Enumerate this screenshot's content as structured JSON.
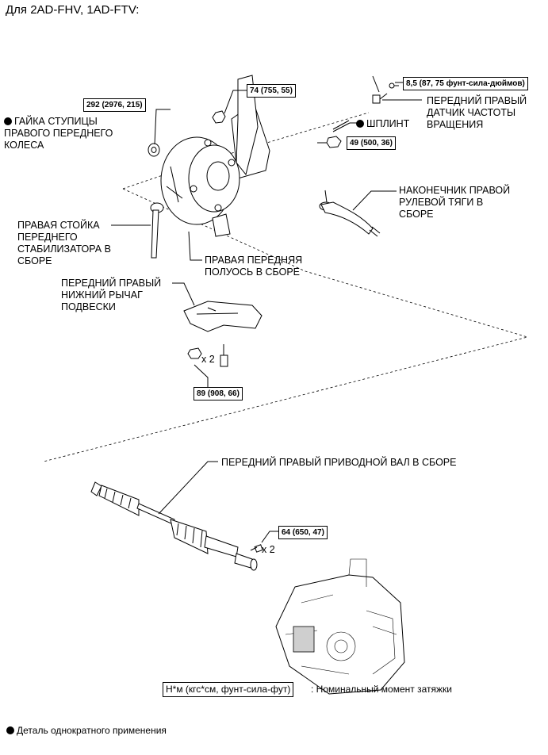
{
  "title": "Для 2AD-FHV, 1AD-FTV:",
  "torques": {
    "t292": "292 (2976, 215)",
    "t74": "74 (755, 55)",
    "t85": "8,5 (87, 75 фунт-сила-дюймов)",
    "t49": "49 (500, 36)",
    "t89": "89 (908, 66)",
    "t64": "64 (650, 47)"
  },
  "labels": {
    "hub_nut": "ГАЙКА СТУПИЦЫ\nПРАВОГО ПЕРЕДНЕГО\nКОЛЕСА",
    "speed_sensor": "ПЕРЕДНИЙ ПРАВЫЙ\nДАТЧИК ЧАСТОТЫ\nВРАЩЕНИЯ",
    "cotter_pin": "ШПЛИНТ",
    "tie_rod_end": "НАКОНЕЧНИК ПРАВОЙ\nРУЛЕВОЙ ТЯГИ В\nСБОРЕ",
    "stabilizer_link": "ПРАВАЯ СТОЙКА\nПЕРЕДНЕГО\nСТАБИЛИЗАТОРА В\nСБОРЕ",
    "front_axle": "ПРАВАЯ ПЕРЕДНЯЯ\nПОЛУОСЬ В СБОРЕ",
    "lower_arm": "ПЕРЕДНИЙ ПРАВЫЙ\nНИЖНИЙ РЫЧАГ\nПОДВЕСКИ",
    "drive_shaft": "ПЕРЕДНИЙ ПРАВЫЙ ПРИВОДНОЙ ВАЛ В СБОРЕ",
    "qty_arm": "x 2",
    "qty_shaft": "x 2"
  },
  "legend": {
    "unit_box": "Н*м (кгс*см, фунт-сила-фут)",
    "unit_text": ": Номинальный момент затяжки",
    "non_reusable": "Деталь однократного применения"
  }
}
